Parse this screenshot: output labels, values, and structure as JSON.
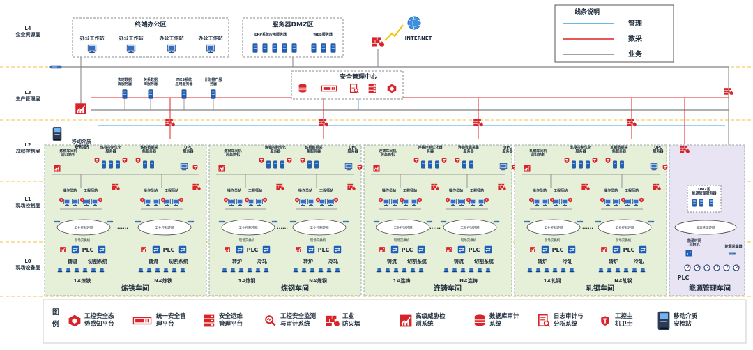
{
  "layers": {
    "l4": [
      "L4",
      "企业资源层"
    ],
    "l3": [
      "L3",
      "生产管理层"
    ],
    "l2": [
      "L2",
      "过程控制层"
    ],
    "l1": [
      "L1",
      "现场控制层"
    ],
    "l0": [
      "L0",
      "现场设备层"
    ]
  },
  "office": {
    "title": "终端办公区",
    "station": "办公工作站"
  },
  "dmz": {
    "title": "服务器DMZ区",
    "erp": "ERP系统应用服务器",
    "web": "WEB服务器"
  },
  "internet": "INTERNET",
  "legend_box": {
    "title": "线条说明",
    "items": [
      {
        "label": "管理",
        "color": "#3aa0e0"
      },
      {
        "label": "数采",
        "color": "#e02020"
      },
      {
        "label": "业务",
        "color": "#808080"
      }
    ]
  },
  "l3": {
    "servers": [
      [
        "实时数据",
        "库服务器"
      ],
      [
        "关系数据",
        "库服务器"
      ],
      [
        "MES系统",
        "应用服务器"
      ],
      [
        "计划排产服",
        "务器"
      ]
    ],
    "security_center": "安全管理中心"
  },
  "mobile_station": [
    "移动介质",
    "安检站"
  ],
  "workshops": [
    {
      "name": "炼铁车间",
      "l2": {
        "opt": [
          "炼铁控制优化",
          "服务器"
        ],
        "collect": [
          "炼铁数据采",
          "集服务器"
        ],
        "opc": [
          "OPC",
          "服务器"
        ],
        "switch": [
          "炼铁车间机",
          "房交换机"
        ]
      },
      "units": [
        {
          "name": "1#炼铁",
          "ops": "操作员站",
          "eng": "工程师站",
          "ring": "工业控制环网",
          "sw": "现场交换机",
          "plc": "PLC",
          "sys": [
            "铸流",
            "切割系统"
          ]
        },
        {
          "name": "N#炼铁",
          "ops": "操作员站",
          "eng": "工程师站",
          "ring": "工业控制环网",
          "sw": "",
          "plc": "PLC",
          "sys": [
            "铸流",
            "切割系统"
          ]
        }
      ]
    },
    {
      "name": "炼钢车间",
      "l2": {
        "opt": [
          "炼钢控制优化",
          "服务器"
        ],
        "collect": [
          "炼钢数据采",
          "集服务器"
        ],
        "opc": [
          "OPC",
          "服务器"
        ],
        "switch": [
          "炼钢车间机",
          "房交换机"
        ]
      },
      "units": [
        {
          "name": "1#炼钢",
          "ops": "操作员站",
          "eng": "工程师站",
          "ring": "工业控制环网",
          "sw": "现场交换机",
          "plc": "PLC",
          "sys": [
            "转炉",
            "冷轧"
          ]
        },
        {
          "name": "N#炼钢",
          "ops": "操作员站",
          "eng": "工程师站",
          "ring": "工业控制环网",
          "sw": "现场交换机",
          "plc": "PLC",
          "sys": [
            "转炉",
            "冷轧"
          ]
        }
      ]
    },
    {
      "name": "连铸车间",
      "l2": {
        "opt": [
          "连铸控制优化器",
          "务器"
        ],
        "collect": [
          "连铸数据采集",
          "服务器"
        ],
        "opc": [
          "OPC",
          "服务器"
        ],
        "switch": [
          "连铸车间机",
          "房交换机"
        ]
      },
      "units": [
        {
          "name": "1#连铸",
          "ops": "操作员站",
          "eng": "工程师站",
          "ring": "工业控制环网",
          "sw": "现场交换机",
          "plc": "PLC",
          "sys": [
            "铸流",
            "切割系统"
          ]
        },
        {
          "name": "N#连铸",
          "ops": "操作员站",
          "eng": "工程师站",
          "ring": "工业控制环网",
          "sw": "现场交换机",
          "plc": "PLC",
          "sys": [
            "铸流",
            "切割系统"
          ]
        }
      ]
    },
    {
      "name": "轧钢车间",
      "l2": {
        "opt": [
          "轧钢控制优化",
          "服务器"
        ],
        "collect": [
          "轧钢数据采",
          "集服务器"
        ],
        "opc": [
          "OPC",
          "服务器"
        ],
        "switch": [
          "轧钢车间机",
          "房交换机"
        ]
      },
      "units": [
        {
          "name": "1#轧钢",
          "ops": "操作员站",
          "eng": "工程师站",
          "ring": "工业控制环网",
          "sw": "现场交换机",
          "plc": "PLC",
          "sys": [
            "转炉",
            "冷轧"
          ]
        },
        {
          "name": "N#轧钢",
          "ops": "操作员站",
          "eng": "工程师站",
          "ring": "工业控制环网",
          "sw": "现场交换机",
          "plc": "PLC",
          "sys": [
            "转炉",
            "冷轧"
          ]
        }
      ]
    }
  ],
  "energy": {
    "name": "能源管理车间",
    "dmz": [
      "DMZ区",
      "能源管理服务器"
    ],
    "ring": "能源管理环网",
    "sw": [
      "能源环网",
      "交换机"
    ],
    "collect": "能源采集器",
    "plc": "PLC"
  },
  "dots": "......",
  "legend_title": "图例",
  "legend": [
    {
      "icon": "situation-awareness-icon",
      "label": [
        "工控安全态",
        "势感知平台"
      ]
    },
    {
      "icon": "unified-security-mgmt-icon",
      "label": [
        "统一安全管",
        "理平台"
      ]
    },
    {
      "icon": "security-ops-icon",
      "label": [
        "安全运维",
        "管理平台"
      ]
    },
    {
      "icon": "ics-monitor-audit-icon",
      "label": [
        "工控安全监测",
        "与审计系统"
      ]
    },
    {
      "icon": "industrial-firewall-icon",
      "label": [
        "工业",
        "防火墙"
      ]
    },
    {
      "icon": "threat-detection-icon",
      "label": [
        "高级威胁检",
        "测系统"
      ]
    },
    {
      "icon": "database-audit-icon",
      "label": [
        "数据库审计",
        "系统"
      ]
    },
    {
      "icon": "log-audit-icon",
      "label": [
        "日志审计与",
        "分析系统"
      ]
    },
    {
      "icon": "host-guard-icon",
      "label": [
        "工控主",
        "机卫士"
      ]
    },
    {
      "icon": "mobile-media-station-icon",
      "label": [
        "移动介质",
        "安检站"
      ]
    }
  ]
}
